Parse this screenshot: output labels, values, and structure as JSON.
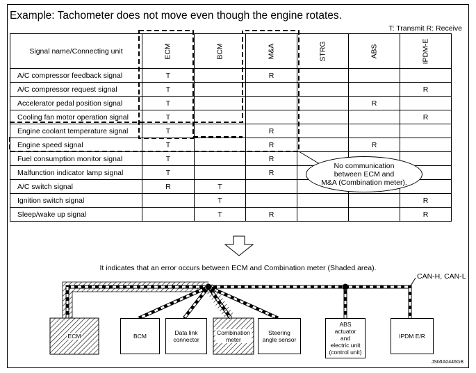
{
  "title": "Example: Tachometer does not move even though the engine rotates.",
  "legend": "T: Transmit  R: Receive",
  "table": {
    "name_header": "Signal name/Connecting unit",
    "units": [
      "ECM",
      "BCM",
      "M&A",
      "STRG",
      "ABS",
      "IPDM-E"
    ],
    "rows": [
      {
        "name": "A/C compressor feedback signal",
        "cells": [
          "T",
          "",
          "R",
          "",
          "",
          ""
        ]
      },
      {
        "name": "A/C compressor request signal",
        "cells": [
          "T",
          "",
          "",
          "",
          "",
          "R"
        ]
      },
      {
        "name": "Accelerator pedal position signal",
        "cells": [
          "T",
          "",
          "",
          "",
          "R",
          ""
        ]
      },
      {
        "name": "Cooling fan motor operation signal",
        "cells": [
          "T",
          "",
          "",
          "",
          "",
          "R"
        ]
      },
      {
        "name": "Engine coolant temperature signal",
        "cells": [
          "T",
          "",
          "R",
          "",
          "",
          ""
        ]
      },
      {
        "name": "Engine speed signal",
        "cells": [
          "T",
          "",
          "R",
          "",
          "R",
          ""
        ]
      },
      {
        "name": "Fuel consumption monitor signal",
        "cells": [
          "T",
          "",
          "R",
          "",
          "",
          ""
        ]
      },
      {
        "name": "Malfunction indicator lamp signal",
        "cells": [
          "T",
          "",
          "R",
          "",
          "",
          ""
        ]
      },
      {
        "name": "A/C switch signal",
        "cells": [
          "R",
          "T",
          "",
          "",
          "",
          ""
        ]
      },
      {
        "name": "Ignition switch signal",
        "cells": [
          "",
          "T",
          "",
          "",
          "",
          "R"
        ]
      },
      {
        "name": "Sleep/wake up signal",
        "cells": [
          "",
          "T",
          "R",
          "",
          "",
          "R"
        ]
      }
    ]
  },
  "callout": {
    "line1": "No communication",
    "line2": "between ECM and",
    "line3": "M&A (Combination meter)."
  },
  "note": "It indicates that an error occurs between ECM and Combination meter (Shaded area).",
  "bus_label": "CAN-H, CAN-L",
  "diagram_units": {
    "ecm": "ECM",
    "bcm": "BCM",
    "dlc_1": "Data link",
    "dlc_2": "connector",
    "meter_1": "Combination",
    "meter_2": "meter",
    "steering_1": "Steering",
    "steering_2": "angle sensor",
    "abs_1": "ABS",
    "abs_2": "actuator",
    "abs_3": "and",
    "abs_4": "electric unit",
    "abs_5": "(control unit)",
    "ipdm": "IPDM E/R"
  },
  "code": "JSMIA0446GB"
}
